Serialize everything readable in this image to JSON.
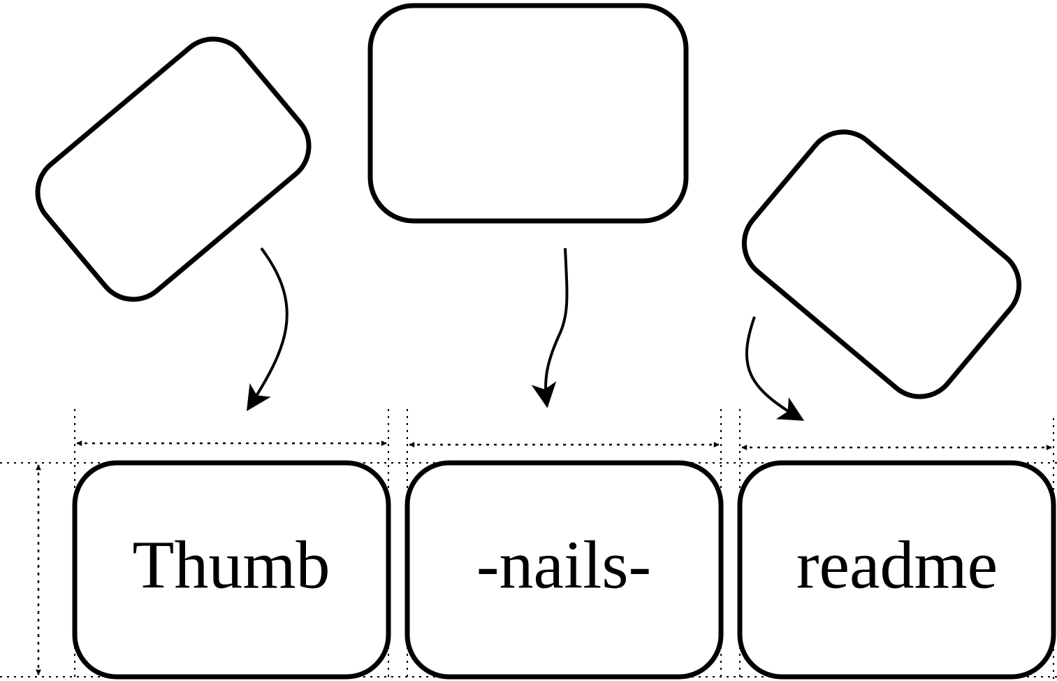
{
  "labels": {
    "box1": "Thumb",
    "box2": "-nails-",
    "box3": "readme"
  },
  "colors": {
    "stroke": "#000000",
    "background": "#ffffff"
  }
}
